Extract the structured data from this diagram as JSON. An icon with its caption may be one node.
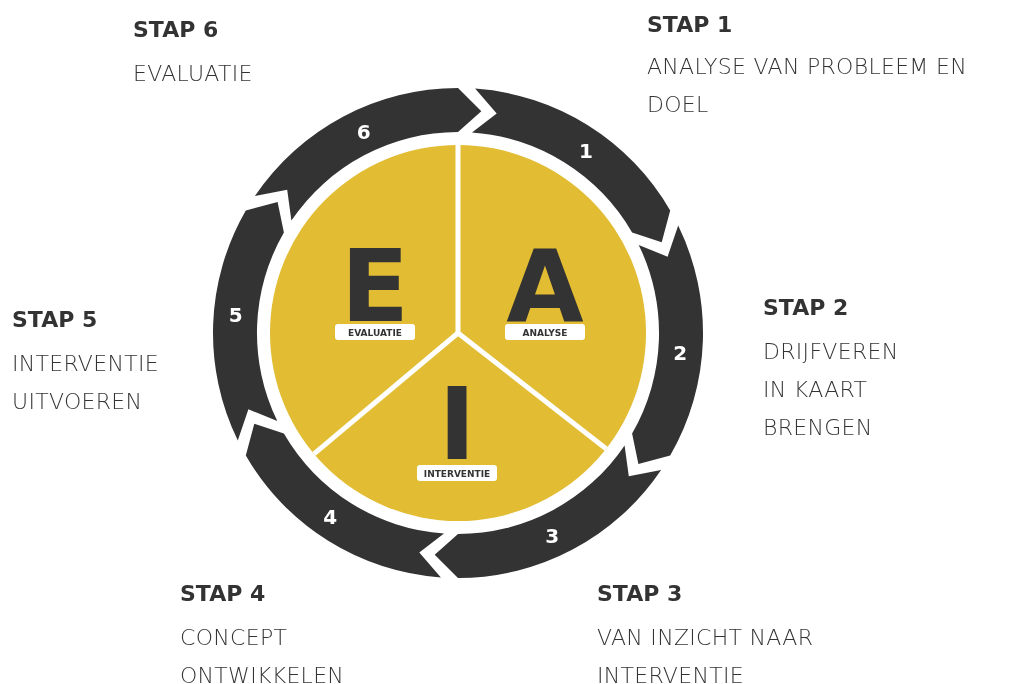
{
  "diagram": {
    "nodes": [
      {
        "text": [
          "1"
        ],
        "beside": [
          "STAP 1",
          "ANALYSE VAN PROBLEEM EN DOEL"
        ]
      },
      {
        "text": [
          "2"
        ],
        "beside": [
          "STAP 2",
          "DRIJFVEREN IN KAART BRENGEN"
        ]
      },
      {
        "text": [
          "3"
        ],
        "beside": [
          "STAP 3",
          "VAN INZICHT NAAR INTERVENTIE"
        ]
      },
      {
        "text": [
          "4"
        ],
        "beside": [
          "STAP 4",
          "CONCEPT ONTWIKKELEN"
        ]
      },
      {
        "text": [
          "5"
        ],
        "beside": [
          "STAP 5",
          "INTERVENTIE UITVOEREN"
        ]
      },
      {
        "text": [
          "6"
        ],
        "beside": [
          "STAP 6",
          "EVALUATIE"
        ]
      },
      {
        "text": [
          "E",
          "EVALUATIE"
        ]
      },
      {
        "text": [
          "A",
          "ANALYSE"
        ]
      },
      {
        "text": [
          "I",
          "INTERVENTIE"
        ]
      }
    ]
  }
}
